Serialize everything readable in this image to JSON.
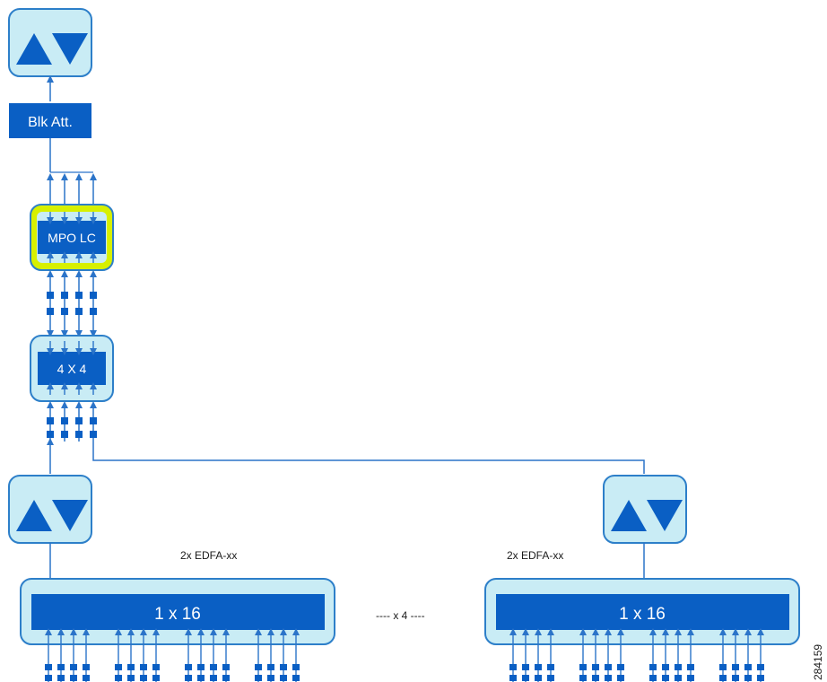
{
  "diagram": {
    "blocks": {
      "blk_att": "Blk Att.",
      "mpo_lc": "MPO LC",
      "cross": "4 X 4",
      "splitter_left": "1 x 16",
      "splitter_right": "1 x 16"
    },
    "captions": {
      "edfa_left": "2x EDFA-xx",
      "edfa_right": "2x EDFA-xx",
      "repeat": "---- x 4 ----",
      "figure_id": "284159"
    },
    "colors": {
      "block_fill": "#0a5fc4",
      "panel_fill": "#c9ecf5",
      "panel_stroke": "#2d7fc9",
      "highlight": "#d7f000",
      "line": "#2b74c9"
    },
    "icons": [
      "amplifier-icon",
      "arrow-up-icon",
      "arrow-down-icon"
    ]
  }
}
